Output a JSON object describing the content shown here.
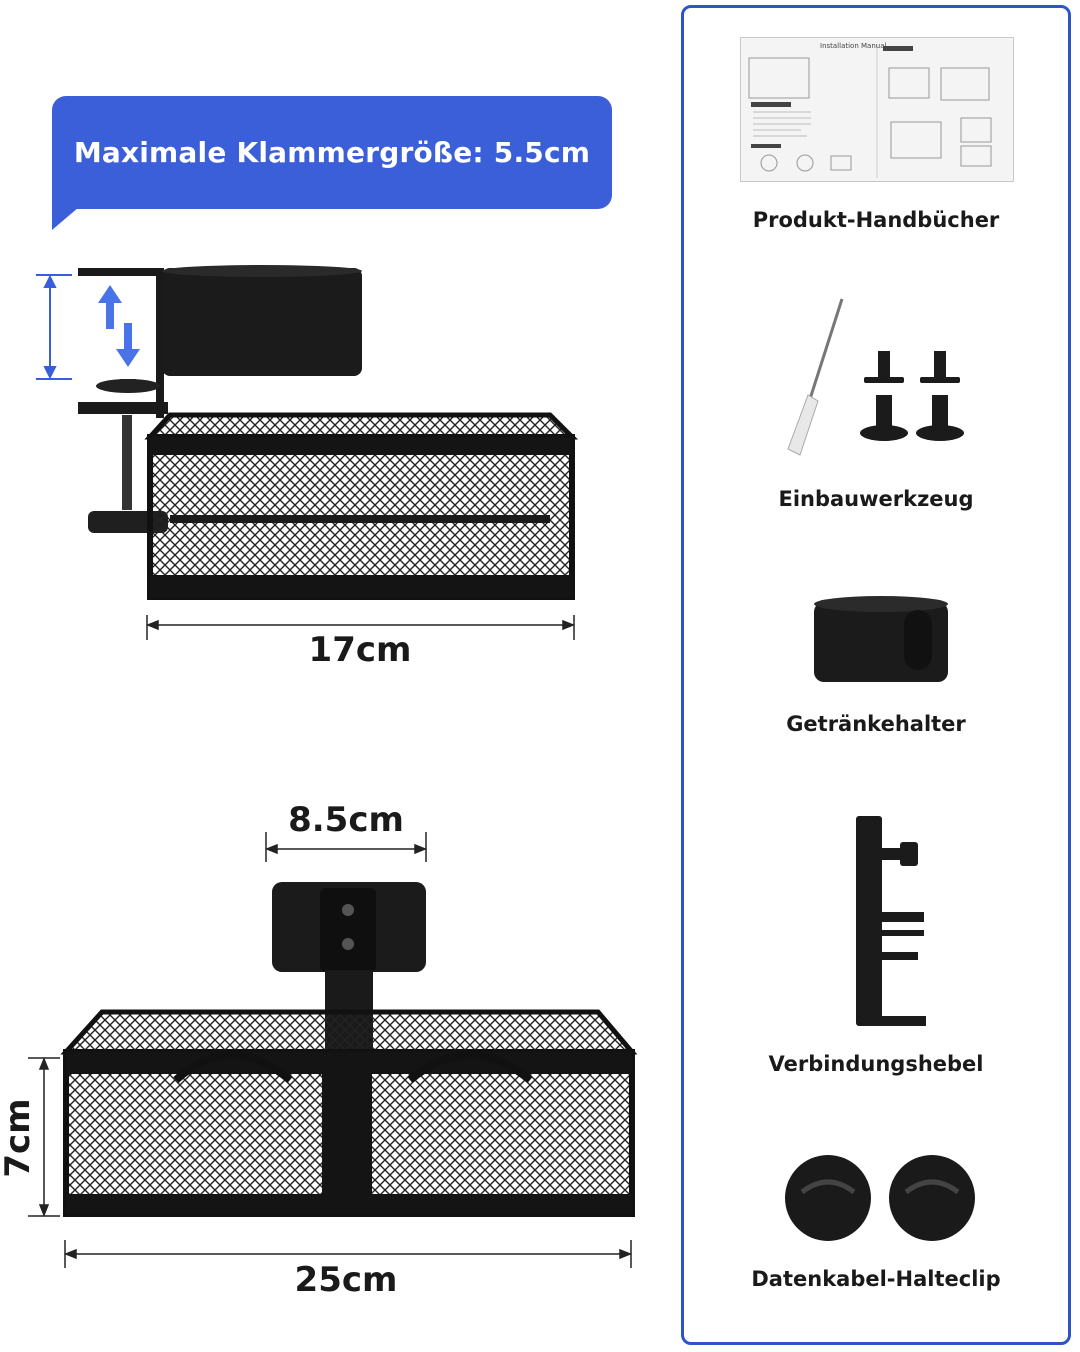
{
  "callout": {
    "text": "Maximale Klammergröße: 5.5cm"
  },
  "dimensions": {
    "clamp_width": "17cm",
    "cup_width": "8.5cm",
    "height": "7cm",
    "base_width": "25cm"
  },
  "accessories": [
    {
      "label": "Produkt-Handbücher",
      "icon": "manual-icon"
    },
    {
      "label": "Einbauwerkzeug",
      "icon": "screwdriver-screws-icon"
    },
    {
      "label": "Getränkehalter",
      "icon": "cup-holder-icon"
    },
    {
      "label": "Verbindungshebel",
      "icon": "connecting-lever-icon"
    },
    {
      "label": "Datenkabel-Halteclip",
      "icon": "cable-clip-icon"
    }
  ],
  "manual": {
    "title": "Installation Manual"
  },
  "colors": {
    "accent": "#3b5fd9",
    "panel_border": "#2e55c8",
    "arrow": "#3a5ddc"
  }
}
